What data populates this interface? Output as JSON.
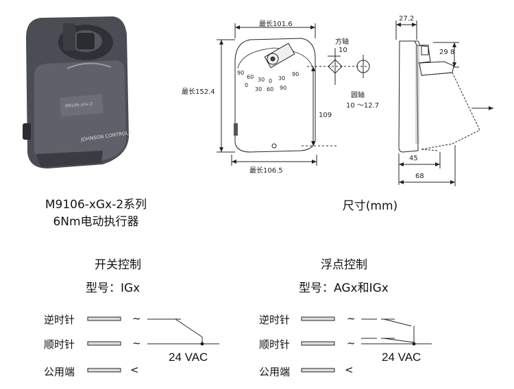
{
  "product": {
    "model_line1": "M9106-xGx-2系列",
    "model_line2": "6Nm电动执行器",
    "body_label_code": "M9106-xGx-2",
    "body_label_brand": "JOHNSON CONTROLS"
  },
  "dimensions": {
    "caption": "尺寸(mm)",
    "top_width": "最长101.6",
    "height": "最长152.4",
    "bottom_width": "最长106.5",
    "mid_height": "109",
    "square_shaft_label": "方轴",
    "square_shaft_value": "10",
    "round_shaft_label": "圆轴",
    "round_shaft_value": "10 ～12.7",
    "side_top": "27.2",
    "side_right": "29 8",
    "side_bottom1": "45",
    "side_bottom2": "68",
    "scale_top": [
      "90",
      "60",
      "30",
      "0",
      "30",
      "90"
    ],
    "scale_bottom": [
      "0",
      "30",
      "60",
      "90"
    ]
  },
  "wiring": {
    "left": {
      "title": "开关控制",
      "model": "型号：IGx",
      "ccw": "逆时针",
      "cw": "顺时针",
      "common": "公用端",
      "voltage": "24 VAC"
    },
    "right": {
      "title": "浮点控制",
      "model": "型号：AGx和IGx",
      "ccw": "逆时针",
      "cw": "顺时针",
      "common": "公用端",
      "voltage": "24 VAC"
    },
    "glyph_tilde": "~",
    "glyph_lt": "<"
  },
  "colors": {
    "body_dark": "#3d4046",
    "body_mid": "#5b5f66",
    "line": "#222222"
  }
}
